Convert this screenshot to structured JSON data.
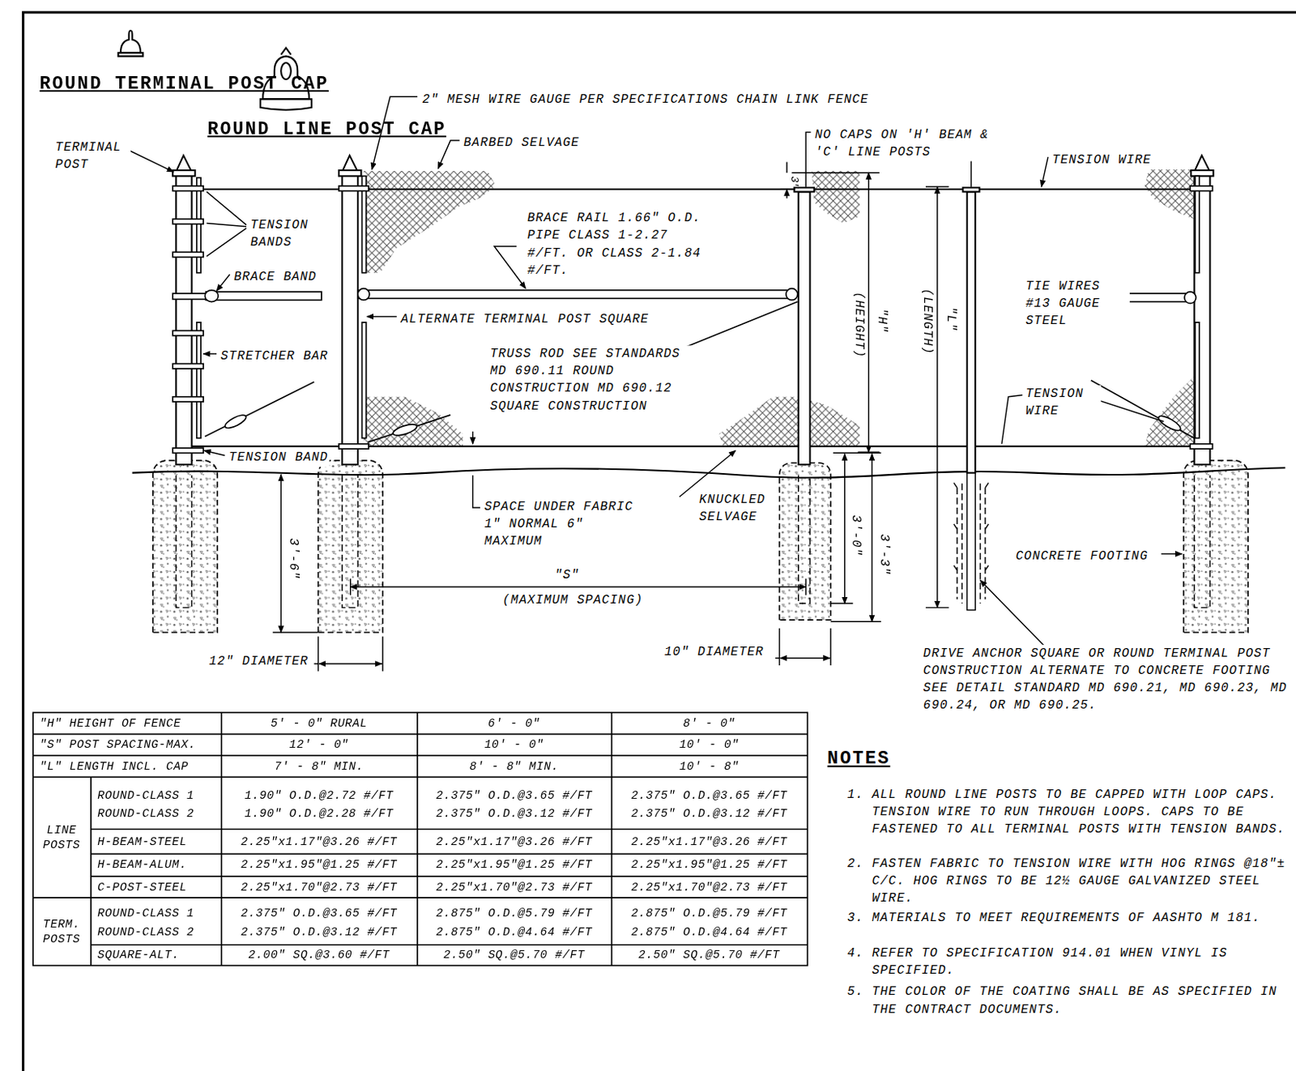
{
  "diagram": {
    "labels": [
      "ROUND TERMINAL POST CAP",
      "ROUND LINE POST CAP",
      "TERMINAL POST",
      "2\" MESH WIRE GAUGE PER SPECIFICATIONS CHAIN LINK FENCE",
      "BARBED SELVAGE",
      "NO CAPS ON 'H' BEAM & 'C' LINE POSTS",
      "TENSION WIRE",
      "TENSION BANDS",
      "BRACE BAND",
      "BRACE RAIL 1.66\" O.D. PIPE CLASS 1-2.27 #/FT. OR CLASS 2-1.84 #/FT.",
      "ALTERNATE TERMINAL POST SQUARE",
      "STRETCHER BAR",
      "TRUSS ROD SEE STANDARDS MD 690.11 ROUND CONSTRUCTION MD 690.12 SQUARE CONSTRUCTION",
      "TENSION BAND",
      "3\"",
      "\"H\"",
      "(HEIGHT)",
      "\"L\"",
      "(LENGTH)",
      "TIE WIRES #13 GAUGE STEEL",
      "TENSION WIRE",
      "SPACE UNDER FABRIC 1\" NORMAL 6\" MAXIMUM",
      "KNUCKLED SELVAGE",
      "3'-6\"",
      "3'-0\"",
      "3'-3\"",
      "CONCRETE FOOTING",
      "\"S\"",
      "(MAXIMUM SPACING)",
      "12\" DIAMETER",
      "10\" DIAMETER",
      "DRIVE ANCHOR SQUARE OR ROUND TERMINAL POST CONSTRUCTION ALTERNATE TO CONCRETE FOOTING SEE DETAIL STANDARD MD 690.21, MD 690.23, MD 690.24, OR MD 690.25.",
      "NOTES",
      "1. ALL ROUND LINE POSTS TO BE CAPPED WITH LOOP CAPS. TENSION WIRE TO RUN THROUGH LOOPS. CAPS TO BE FASTENED TO ALL TERMINAL POSTS WITH TENSION BANDS.",
      "2. FASTEN FABRIC TO TENSION WIRE WITH HOG RINGS @18\"± C/C. HOG RINGS TO BE 12½ GAUGE GALVANIZED STEEL WIRE.",
      "3. MATERIALS TO MEET REQUIREMENTS OF AASHTO M 181.",
      "4. REFER TO SPECIFICATION 914.01 WHEN VINYL IS SPECIFIED.",
      "5. THE COLOR OF THE COATING SHALL BE AS SPECIFIED IN THE CONTRACT DOCUMENTS.",
      "\"H\" HEIGHT OF FENCE",
      "5' - 0\" RURAL",
      "6' - 0\"",
      "8' - 0\"",
      "\"S\" POST SPACING-MAX.",
      "12' - 0\"",
      "10' - 0\"",
      "10' - 0\"",
      "\"L\" LENGTH INCL. CAP",
      "7' - 8\" MIN.",
      "8' - 8\" MIN.",
      "10' - 8\"",
      "LINE POSTS",
      "ROUND-CLASS 1",
      "1.90\" O.D.@2.72 #/FT",
      "2.375\" O.D.@3.65 #/FT",
      "2.375\" O.D.@3.65 #/FT",
      "ROUND-CLASS 2",
      "1.90\" O.D.@2.28 #/FT",
      "2.375\" O.D.@3.12 #/FT",
      "2.375\" O.D.@3.12 #/FT",
      "H-BEAM-STEEL",
      "2.25\"x1.17\"@3.26 #/FT",
      "2.25\"x1.17\"@3.26 #/FT",
      "2.25\"x1.17\"@3.26 #/FT",
      "H-BEAM-ALUM.",
      "2.25\"x1.95\"@1.25 #/FT",
      "2.25\"x1.95\"@1.25 #/FT",
      "2.25\"x1.95\"@1.25 #/FT",
      "C-POST-STEEL",
      "2.25\"x1.70\"@2.73 #/FT",
      "2.25\"x1.70\"@2.73 #/FT",
      "2.25\"x1.70\"@2.73 #/FT",
      "TERM. POSTS",
      "ROUND-CLASS 1",
      "2.375\" O.D.@3.65 #/FT",
      "2.875\" O.D.@5.79 #/FT",
      "2.875\" O.D.@5.79 #/FT",
      "ROUND-CLASS 2",
      "2.375\" O.D.@3.12 #/FT",
      "2.875\" O.D.@4.64 #/FT",
      "2.875\" O.D.@4.64 #/FT",
      "SQUARE-ALT.",
      "2.00\" SQ.@3.60 #/FT",
      "2.50\" SQ.@5.70 #/FT",
      "2.50\" SQ.@5.70 #/FT"
    ]
  }
}
